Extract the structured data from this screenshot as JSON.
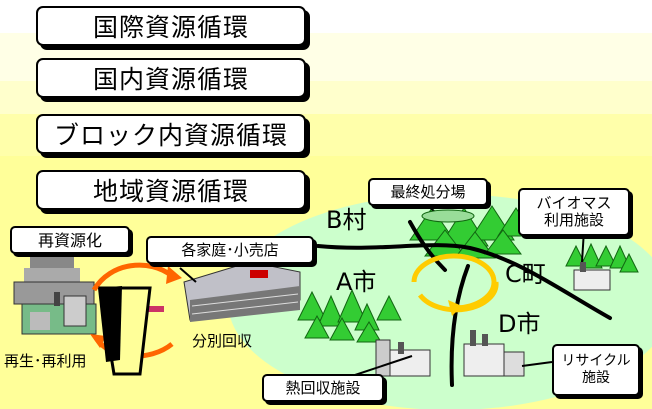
{
  "levels": {
    "international": "国際資源循環",
    "domestic": "国内資源循環",
    "block": "ブロック内資源循環",
    "regional": "地域資源循環"
  },
  "facilities": {
    "recycling": "再資源化",
    "households": "各家庭･小売店",
    "separate_collection": "分別回収",
    "reuse": "再生･再利用",
    "final_disposal": "最終処分場",
    "biomass": "バイオマス\n利用施設",
    "heat_recovery": "熱回収施設",
    "recycle_facility": "リサイクル\n施設"
  },
  "towns": {
    "b_village": "B村",
    "a_city": "A市",
    "c_town": "C町",
    "d_city": "D市"
  },
  "colors": {
    "band_light": "#ffffcc",
    "band_yellow": "#ffff99",
    "ellipse_green": "#ccffcc",
    "forest_green": "#33cc33",
    "cycle_arrow": "#ffcc00",
    "recycle_arrow": "#ff6600"
  },
  "icons": [
    "factory-icon",
    "store-icon",
    "trash-can-icon",
    "tree-icon",
    "landfill-icon",
    "cycle-arrow-icon"
  ]
}
